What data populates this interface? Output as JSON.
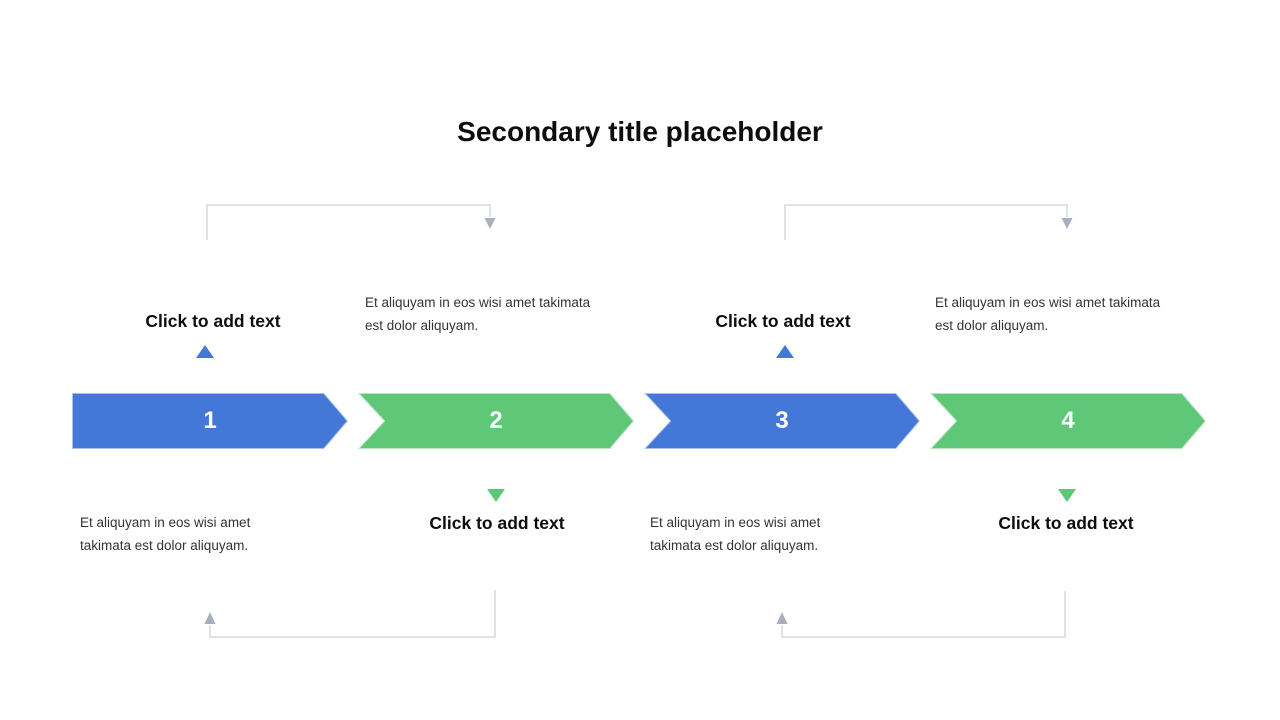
{
  "slide": {
    "title": "Secondary title placeholder"
  },
  "colors": {
    "step_blue": "#4478D8",
    "step_green": "#5FC878",
    "marker_blue": "#4478D8",
    "marker_green": "#5FC878",
    "connector_line": "#CDD1DA",
    "connector_arrowhead": "#A9AFBC",
    "number_text": "#FFFFFF",
    "heading_text": "#0D0D0D",
    "body_text": "#333333",
    "background": "#FFFFFF"
  },
  "steps": [
    {
      "number": "1",
      "color": "blue",
      "label": "Click to add text",
      "label_position": "above",
      "marker": "blue-up-triangle",
      "description_position": "below",
      "description_lines": [
        "Et aliquyam in eos wisi amet",
        "takimata est dolor aliquyam."
      ]
    },
    {
      "number": "2",
      "color": "green",
      "label": "Click to add text",
      "label_position": "below",
      "marker": "green-down-triangle",
      "description_position": "above",
      "description_lines": [
        "Et aliquyam in eos wisi amet takimata",
        "est dolor aliquyam."
      ]
    },
    {
      "number": "3",
      "color": "blue",
      "label": "Click to add text",
      "label_position": "above",
      "marker": "blue-up-triangle",
      "description_position": "below",
      "description_lines": [
        "Et aliquyam in eos wisi amet",
        "takimata est dolor aliquyam."
      ]
    },
    {
      "number": "4",
      "color": "green",
      "label": "Click to add text",
      "label_position": "below",
      "marker": "green-down-triangle",
      "description_position": "above",
      "description_lines": [
        "Et aliquyam in eos wisi amet takimata",
        "est dolor aliquyam."
      ]
    }
  ]
}
